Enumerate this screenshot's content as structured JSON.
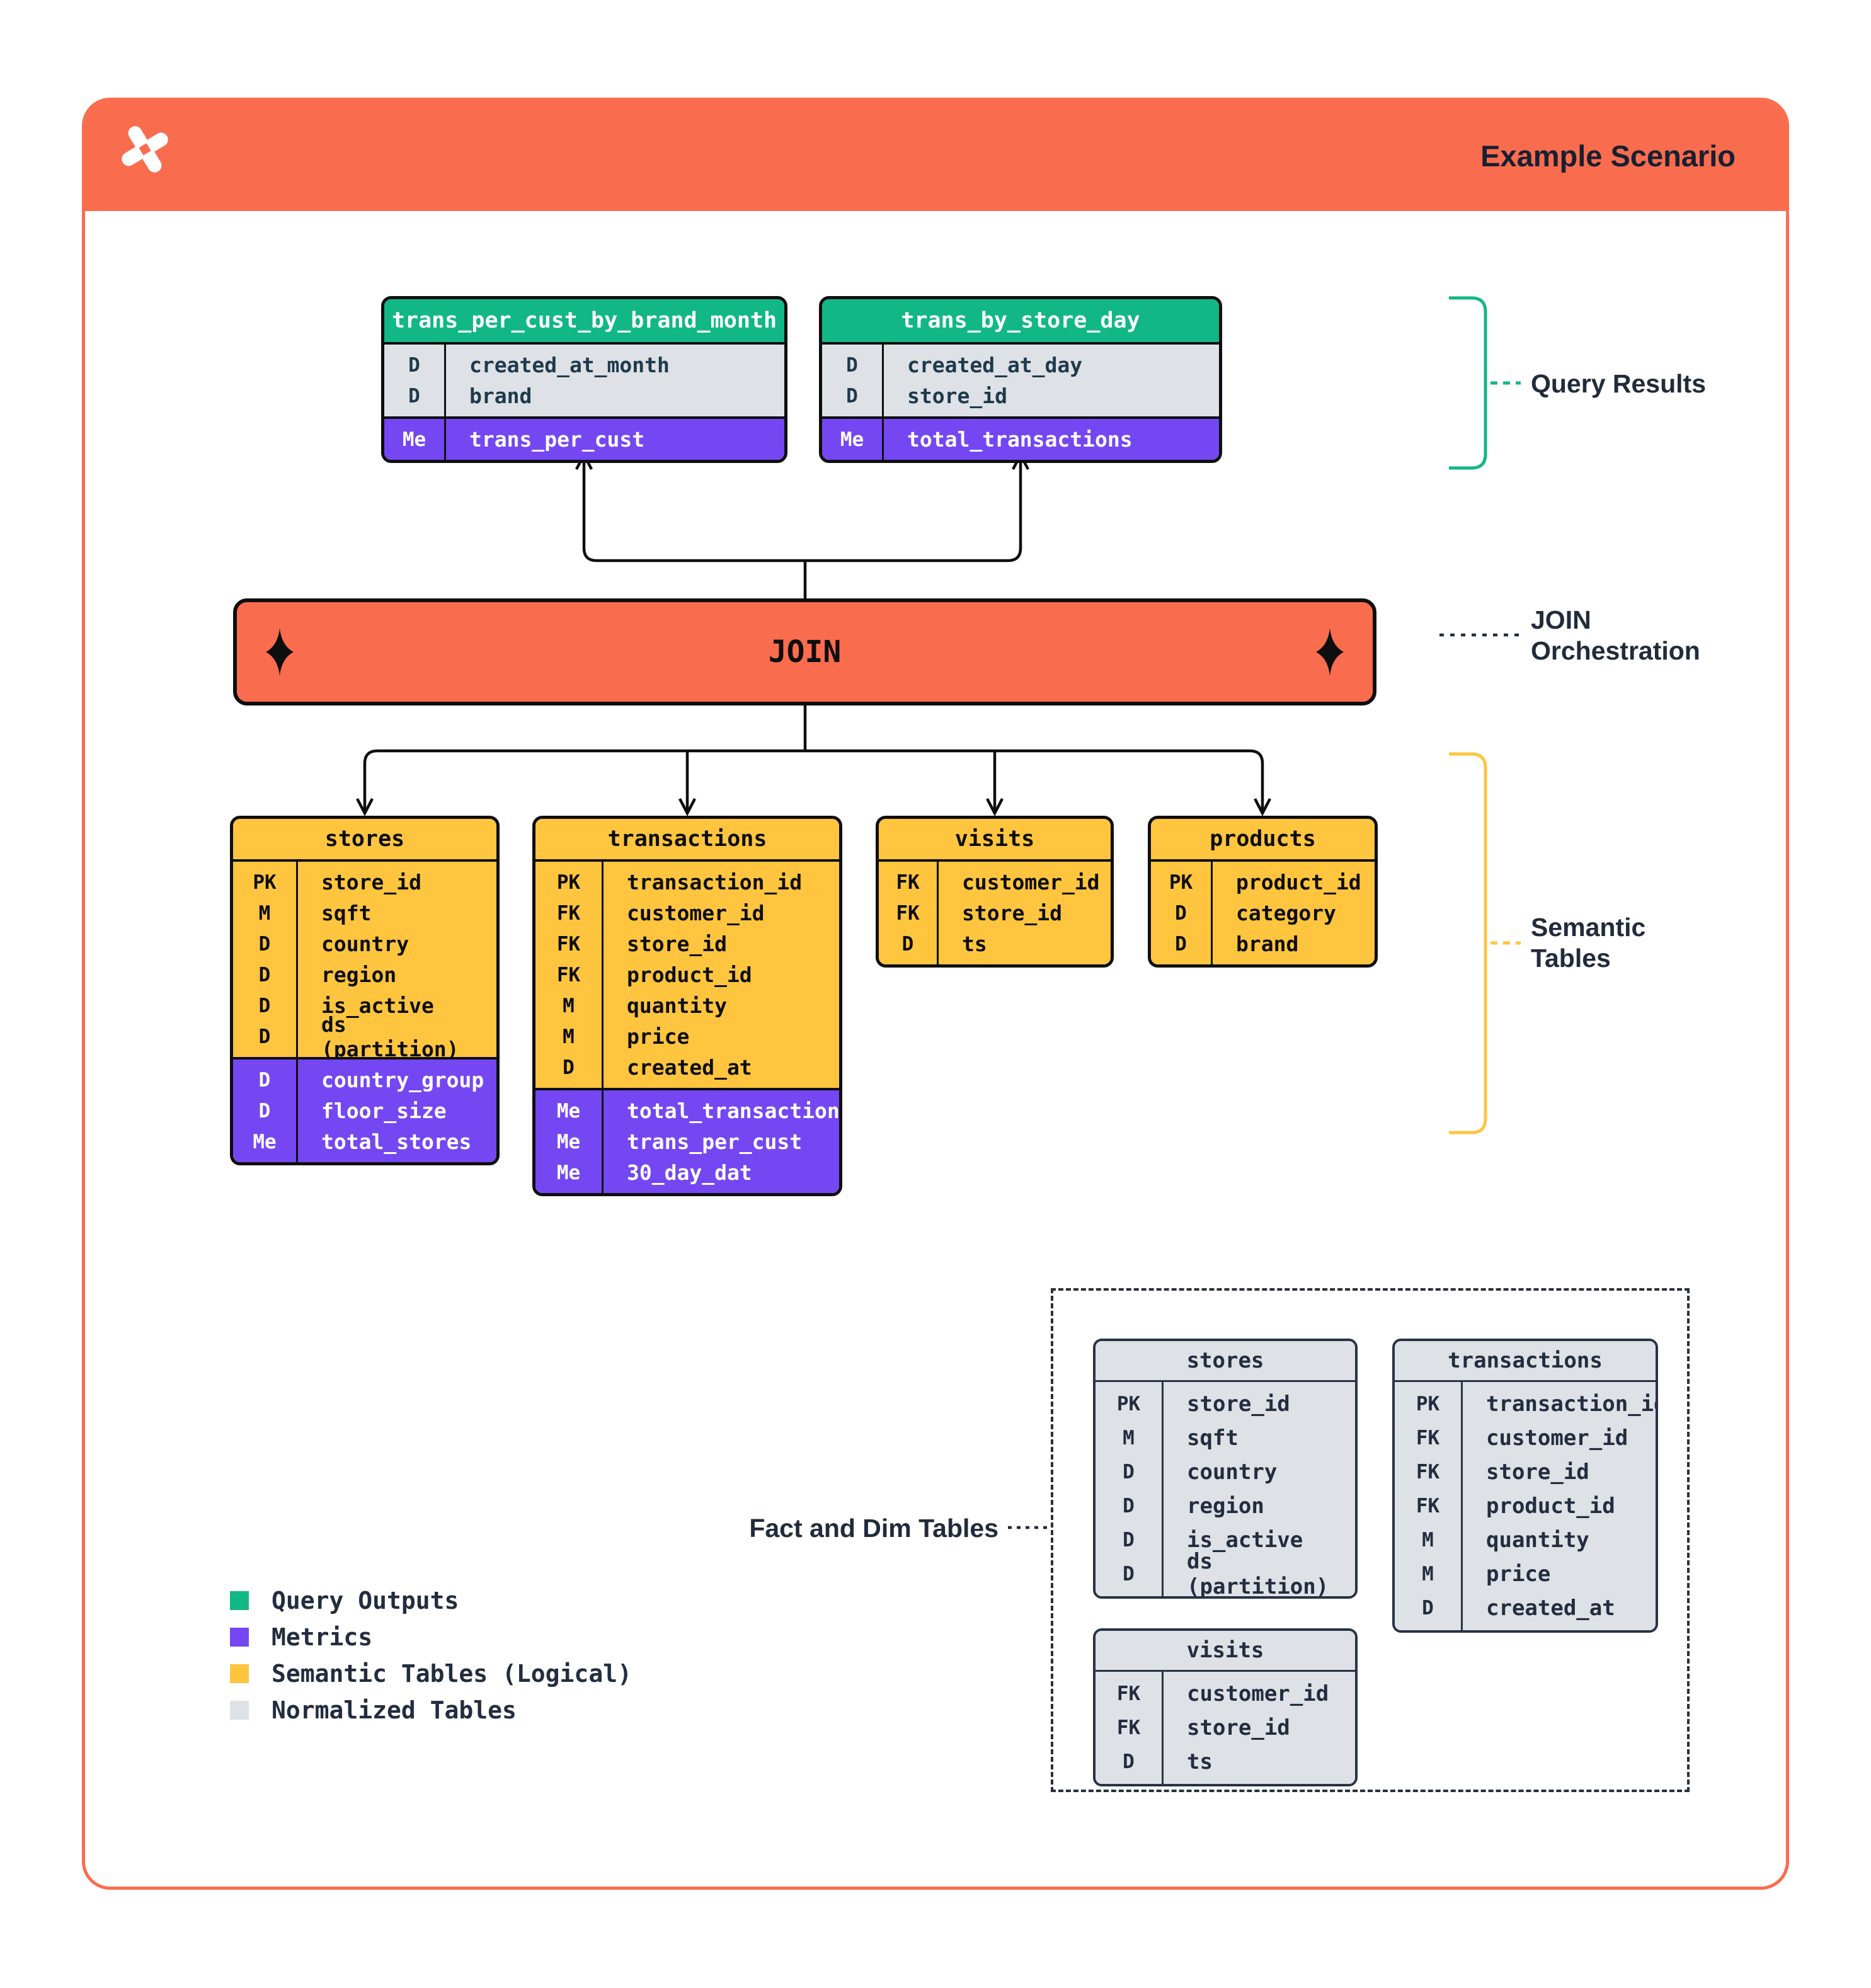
{
  "header": {
    "title": "Example Scenario",
    "logo": "dagster-pinwheel-x"
  },
  "colors": {
    "orange": "#FA6C4E",
    "green": "#12B786",
    "purple": "#7447F2",
    "yellow": "#FFC53F",
    "gray": "#DEE1E5",
    "navy": "#232D3F",
    "black": "#0E0E0E"
  },
  "join": {
    "label": "JOIN"
  },
  "annotations": {
    "query_results": "Query Results",
    "join_line1": "JOIN",
    "join_line2": "Orchestration",
    "semantic_line1": "Semantic",
    "semantic_line2": "Tables",
    "fact_dim": "Fact and Dim Tables"
  },
  "query_results": {
    "tables": [
      {
        "name": "trans_per_cust_by_brand_month",
        "rows": [
          {
            "key": "D",
            "field": "created_at_month"
          },
          {
            "key": "D",
            "field": "brand"
          }
        ],
        "metrics": [
          {
            "key": "Me",
            "field": "trans_per_cust"
          }
        ]
      },
      {
        "name": "trans_by_store_day",
        "rows": [
          {
            "key": "D",
            "field": "created_at_day"
          },
          {
            "key": "D",
            "field": "store_id"
          }
        ],
        "metrics": [
          {
            "key": "Me",
            "field": "total_transactions"
          }
        ]
      }
    ]
  },
  "semantic_tables": {
    "tables": [
      {
        "name": "stores",
        "rows": [
          {
            "key": "PK",
            "field": "store_id"
          },
          {
            "key": "M",
            "field": "sqft"
          },
          {
            "key": "D",
            "field": "country"
          },
          {
            "key": "D",
            "field": "region"
          },
          {
            "key": "D",
            "field": "is_active"
          },
          {
            "key": "D",
            "field": "ds (partition)"
          }
        ],
        "metrics": [
          {
            "key": "D",
            "field": "country_group"
          },
          {
            "key": "D",
            "field": "floor_size"
          },
          {
            "key": "Me",
            "field": "total_stores"
          }
        ]
      },
      {
        "name": "transactions",
        "rows": [
          {
            "key": "PK",
            "field": "transaction_id"
          },
          {
            "key": "FK",
            "field": "customer_id"
          },
          {
            "key": "FK",
            "field": "store_id"
          },
          {
            "key": "FK",
            "field": "product_id"
          },
          {
            "key": "M",
            "field": "quantity"
          },
          {
            "key": "M",
            "field": "price"
          },
          {
            "key": "D",
            "field": "created_at"
          }
        ],
        "metrics": [
          {
            "key": "Me",
            "field": "total_transactions"
          },
          {
            "key": "Me",
            "field": "trans_per_cust"
          },
          {
            "key": "Me",
            "field": "30_day_dat"
          }
        ]
      },
      {
        "name": "visits",
        "rows": [
          {
            "key": "FK",
            "field": "customer_id"
          },
          {
            "key": "FK",
            "field": "store_id"
          },
          {
            "key": "D",
            "field": "ts"
          }
        ],
        "metrics": []
      },
      {
        "name": "products",
        "rows": [
          {
            "key": "PK",
            "field": "product_id"
          },
          {
            "key": "D",
            "field": "category"
          },
          {
            "key": "D",
            "field": "brand"
          }
        ],
        "metrics": []
      }
    ]
  },
  "fact_dim_tables": {
    "tables": [
      {
        "name": "stores",
        "rows": [
          {
            "key": "PK",
            "field": "store_id"
          },
          {
            "key": "M",
            "field": "sqft"
          },
          {
            "key": "D",
            "field": "country"
          },
          {
            "key": "D",
            "field": "region"
          },
          {
            "key": "D",
            "field": "is_active"
          },
          {
            "key": "D",
            "field": "ds (partition)"
          }
        ]
      },
      {
        "name": "transactions",
        "rows": [
          {
            "key": "PK",
            "field": "transaction_id"
          },
          {
            "key": "FK",
            "field": "customer_id"
          },
          {
            "key": "FK",
            "field": "store_id"
          },
          {
            "key": "FK",
            "field": "product_id"
          },
          {
            "key": "M",
            "field": "quantity"
          },
          {
            "key": "M",
            "field": "price"
          },
          {
            "key": "D",
            "field": "created_at"
          }
        ]
      },
      {
        "name": "visits",
        "rows": [
          {
            "key": "FK",
            "field": "customer_id"
          },
          {
            "key": "FK",
            "field": "store_id"
          },
          {
            "key": "D",
            "field": "ts"
          }
        ]
      }
    ]
  },
  "legend": {
    "items": [
      {
        "label": "Query Outputs",
        "color": "#12B786"
      },
      {
        "label": "Metrics",
        "color": "#7447F2"
      },
      {
        "label": "Semantic Tables (Logical)",
        "color": "#FFC53F"
      },
      {
        "label": "Normalized Tables",
        "color": "#DEE1E5"
      }
    ]
  }
}
